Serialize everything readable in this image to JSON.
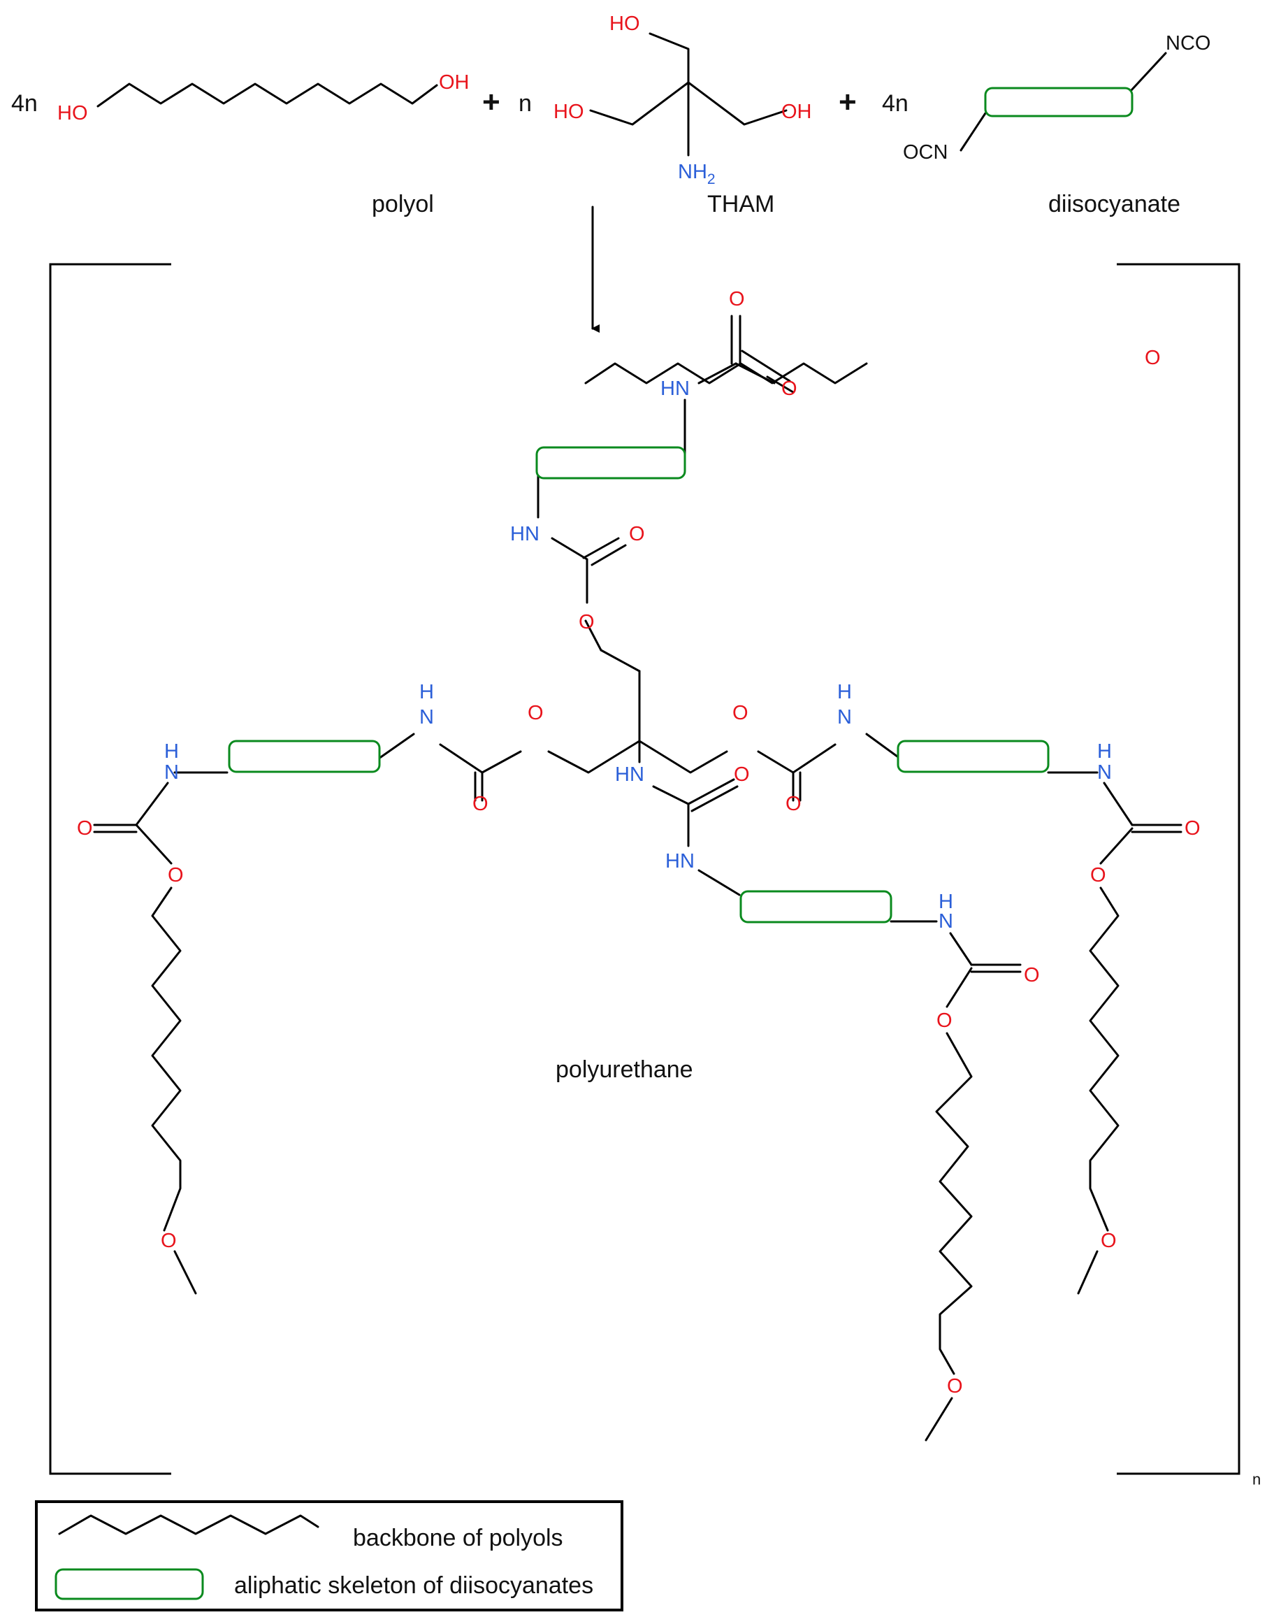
{
  "reactants": {
    "coef_polyol": "4n",
    "coef_tham": "n",
    "coef_diisocyanate": "4n",
    "plus": "+",
    "polyol_label": "polyol",
    "tham_label": "THAM",
    "diisocyanate_label": "diisocyanate"
  },
  "atoms": {
    "HO": "HO",
    "OH": "OH",
    "NH": "NH",
    "sub2": "2",
    "NCO": "NCO",
    "OCN": "OCN",
    "O": "O",
    "HN": "HN",
    "H": "H",
    "N": "N"
  },
  "product": {
    "label": "polyurethane",
    "repeat_subscript": "n"
  },
  "legend": {
    "backbone_label": "backbone of polyols",
    "skeleton_label": "aliphatic skeleton of diisocyanates"
  },
  "colors": {
    "oxygen": "#e8141c",
    "nitrogen": "#2b5fd8",
    "skeleton_outline": "#0a8a1e"
  }
}
